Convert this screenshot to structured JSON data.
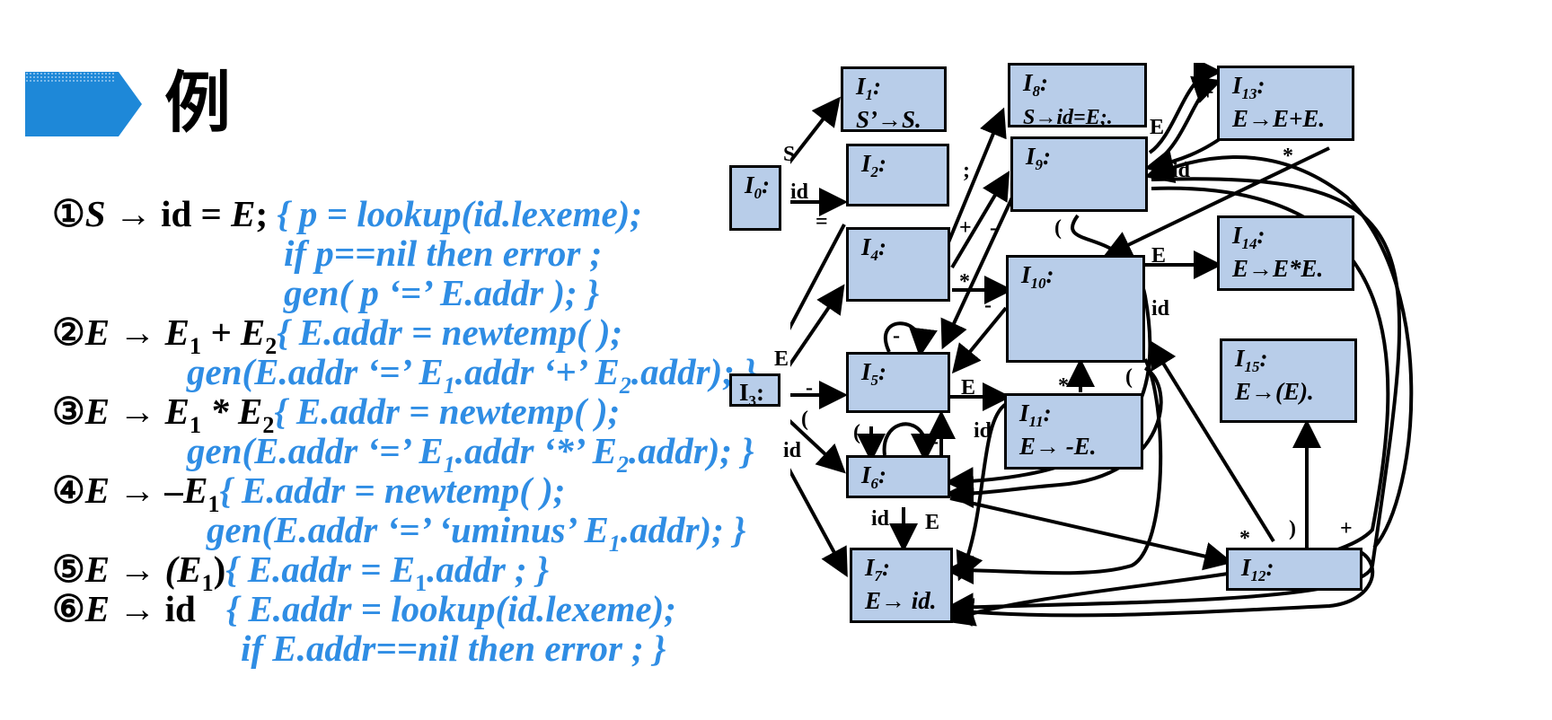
{
  "heading": {
    "title": "例"
  },
  "rules": [
    {
      "num": "①",
      "lhs": "S",
      "body": " → id = ",
      "rhs": "E",
      "semi": "; ",
      "act": "{ p = lookup(id.lexeme);"
    },
    {
      "cont1": "if p==nil then error ;"
    },
    {
      "cont2": "gen( p ‘=’ E.addr ); }"
    },
    {
      "num": "②",
      "lhs": "E",
      "body": " → E",
      "s1": "1",
      "plus": " + E",
      "s2": "2",
      "act": "{ E.addr = newtemp( );"
    },
    {
      "cont": "gen(E.addr ‘=’ E",
      "s1": "1",
      "mid": ".addr ‘+’ E",
      "s2": "2",
      "end": ".addr); }"
    },
    {
      "num": "③",
      "lhs": "E",
      "body": " → E",
      "s1": "1",
      "plus": " * E",
      "s2": "2",
      "act": "{ E.addr = newtemp( );"
    },
    {
      "cont": "gen(E.addr ‘=’ E",
      "s1": "1",
      "mid": ".addr ‘*’ E",
      "s2": "2",
      "end": ".addr); }"
    },
    {
      "num": "④",
      "lhs": "E",
      "body": " → –E",
      "s1": "1",
      "act": "{ E.addr = newtemp( );"
    },
    {
      "cont": "gen(E.addr ‘=’ ‘uminus’ E",
      "s1": "1",
      "end": ".addr); }"
    },
    {
      "num": "⑤",
      "lhs": "E",
      "body": " → (E",
      "s1": "1",
      "close": ")",
      "act": "{ E.addr = E",
      "s2": "1",
      "end": ".addr ; }"
    },
    {
      "num": "⑥",
      "lhs": "E",
      "body": " → id",
      "act": "{ E.addr = lookup(id.lexeme);"
    },
    {
      "cont": "if E.addr==nil then error ; }"
    }
  ],
  "states": [
    {
      "id": "I0",
      "name": "I",
      "sub": "0",
      "item": ""
    },
    {
      "id": "I1",
      "name": "I",
      "sub": "1",
      "item": "S’→S."
    },
    {
      "id": "I2",
      "name": "I",
      "sub": "2",
      "item": ""
    },
    {
      "id": "I3",
      "name": "I",
      "sub": "3",
      "item": ""
    },
    {
      "id": "I4",
      "name": "I",
      "sub": "4",
      "item": ""
    },
    {
      "id": "I5",
      "name": "I",
      "sub": "5",
      "item": ""
    },
    {
      "id": "I6",
      "name": "I",
      "sub": "6",
      "item": ""
    },
    {
      "id": "I7",
      "name": "I",
      "sub": "7",
      "item": "E→ id."
    },
    {
      "id": "I8",
      "name": "I",
      "sub": "8",
      "item": "S→id=E;."
    },
    {
      "id": "I9",
      "name": "I",
      "sub": "9",
      "item": ""
    },
    {
      "id": "I10",
      "name": "I",
      "sub": "10",
      "item": ""
    },
    {
      "id": "I11",
      "name": "I",
      "sub": "11",
      "item": "E→ -E."
    },
    {
      "id": "I12",
      "name": "I",
      "sub": "12",
      "item": ""
    },
    {
      "id": "I13",
      "name": "I",
      "sub": "13",
      "item": "E→E+E."
    },
    {
      "id": "I14",
      "name": "I",
      "sub": "14",
      "item": "E→E*E."
    },
    {
      "id": "I15",
      "name": "I",
      "sub": "15",
      "item": "E→(E)."
    }
  ],
  "edge_labels": [
    "S",
    "id",
    "=",
    "E",
    "-",
    "(",
    "id",
    ";",
    "+",
    "-",
    "*",
    "-",
    "-",
    "E",
    "id",
    "(",
    "-",
    "id",
    "E",
    "E",
    "+",
    "E",
    "id",
    "*",
    "(",
    "(",
    "id",
    "E",
    "*",
    ")",
    "+",
    "*"
  ],
  "colors": {
    "accent": "#2f8de4",
    "header_bar": "#1e88d8",
    "box_fill": "#b8cde9"
  }
}
